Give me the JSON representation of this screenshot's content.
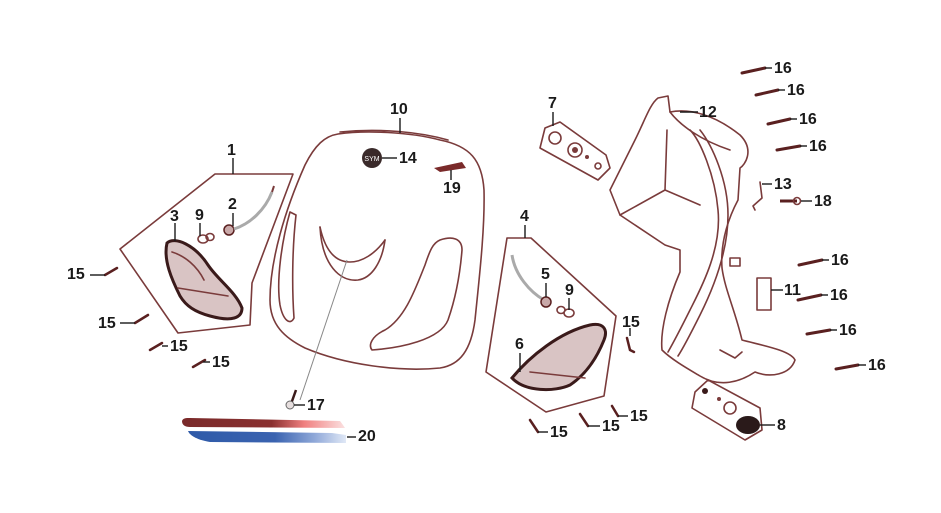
{
  "diagram": {
    "type": "exploded-parts-diagram",
    "subject": "scooter front shield / leg shield assembly",
    "colors": {
      "outline": "#7a3b3b",
      "dark_outline": "#5a2020",
      "label": "#1a1a1a",
      "stripe_red_dark": "#7a2a2a",
      "stripe_red_light": "#f08080",
      "stripe_blue_dark": "#2f5aa8",
      "stripe_blue_light": "#8fa8d8"
    },
    "emblem_text": "SYM",
    "callouts": [
      {
        "id": "c1",
        "number": "1",
        "part": "left turn signal assembly"
      },
      {
        "id": "c2",
        "number": "2",
        "part": "bulb socket"
      },
      {
        "id": "c3",
        "number": "3",
        "part": "left turn signal lens"
      },
      {
        "id": "c4",
        "number": "4",
        "part": "right turn signal assembly"
      },
      {
        "id": "c5",
        "number": "5",
        "part": "bulb socket"
      },
      {
        "id": "c6",
        "number": "6",
        "part": "right turn signal lens"
      },
      {
        "id": "c7",
        "number": "7",
        "part": "switch panel"
      },
      {
        "id": "c8",
        "number": "8",
        "part": "cover panel"
      },
      {
        "id": "c9a",
        "number": "9",
        "part": "bulb"
      },
      {
        "id": "c9b",
        "number": "9",
        "part": "bulb"
      },
      {
        "id": "c10",
        "number": "10",
        "part": "front shield"
      },
      {
        "id": "c11",
        "number": "11",
        "part": "label"
      },
      {
        "id": "c12",
        "number": "12",
        "part": "inner leg shield"
      },
      {
        "id": "c13",
        "number": "13",
        "part": "hook"
      },
      {
        "id": "c14",
        "number": "14",
        "part": "emblem"
      },
      {
        "id": "c15a",
        "number": "15",
        "part": "screw"
      },
      {
        "id": "c15b",
        "number": "15",
        "part": "screw"
      },
      {
        "id": "c15c",
        "number": "15",
        "part": "screw"
      },
      {
        "id": "c15d",
        "number": "15",
        "part": "screw"
      },
      {
        "id": "c15e",
        "number": "15",
        "part": "screw"
      },
      {
        "id": "c15f",
        "number": "15",
        "part": "screw"
      },
      {
        "id": "c15g",
        "number": "15",
        "part": "screw"
      },
      {
        "id": "c15h",
        "number": "15",
        "part": "screw"
      },
      {
        "id": "c16a",
        "number": "16",
        "part": "screw"
      },
      {
        "id": "c16b",
        "number": "16",
        "part": "screw"
      },
      {
        "id": "c16c",
        "number": "16",
        "part": "screw"
      },
      {
        "id": "c16d",
        "number": "16",
        "part": "screw"
      },
      {
        "id": "c16e",
        "number": "16",
        "part": "screw"
      },
      {
        "id": "c16f",
        "number": "16",
        "part": "screw"
      },
      {
        "id": "c16g",
        "number": "16",
        "part": "screw"
      },
      {
        "id": "c16h",
        "number": "16",
        "part": "screw"
      },
      {
        "id": "c17",
        "number": "17",
        "part": "screw"
      },
      {
        "id": "c18",
        "number": "18",
        "part": "bolt"
      },
      {
        "id": "c19",
        "number": "19",
        "part": "decal"
      },
      {
        "id": "c20",
        "number": "20",
        "part": "stripe decal"
      }
    ]
  }
}
